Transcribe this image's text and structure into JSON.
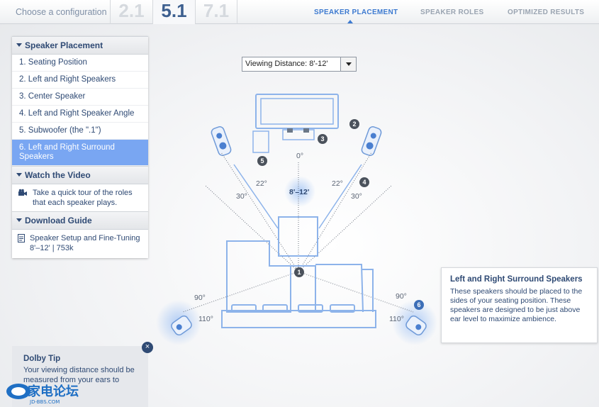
{
  "topbar": {
    "choose_label": "Choose a configuration",
    "configs": [
      "2.1",
      "5.1",
      "7.1"
    ],
    "active_config": "5.1",
    "tabs": [
      "SPEAKER PLACEMENT",
      "SPEAKER ROLES",
      "OPTIMIZED RESULTS"
    ],
    "active_tab": "SPEAKER PLACEMENT"
  },
  "sidebar": {
    "placement_title": "Speaker Placement",
    "items": [
      "1. Seating Position",
      "2. Left and Right Speakers",
      "3. Center Speaker",
      "4. Left and Right Speaker Angle",
      "5. Subwoofer (the \".1\")",
      "6. Left and Right Surround Speakers"
    ],
    "active_item": 5,
    "video_title": "Watch the Video",
    "video_text": "Take a quick tour of the roles that each speaker plays.",
    "video_icon": "camera-icon",
    "guide_title": "Download Guide",
    "guide_text": "Speaker Setup and Fine-Tuning 8'–12' | 753k",
    "guide_icon": "document-icon"
  },
  "dropdown": {
    "value": "Viewing Distance: 8'-12'"
  },
  "diagram": {
    "angle_center": "0°",
    "angle_22_left": "22°",
    "angle_22_right": "22°",
    "angle_30_left": "30°",
    "angle_30_right": "30°",
    "distance": "8'–12'",
    "angle_90_left": "90°",
    "angle_90_right": "90°",
    "angle_110_left": "110°",
    "angle_110_right": "110°",
    "markers": [
      "1",
      "2",
      "3",
      "4",
      "5",
      "6"
    ]
  },
  "info": {
    "title": "Left and Right Surround Speakers",
    "body": "These speakers should be placed to the sides of your seating position. These speakers are designed to be just above ear level to maximize ambience."
  },
  "tip": {
    "title": "Dolby Tip",
    "body": "Your viewing distance should be measured from your ears to"
  },
  "watermark": {
    "text": "家电论坛",
    "sub": "JD-BBS.COM"
  },
  "colors": {
    "accent": "#3d7ad0",
    "active_item": "#79a6f2",
    "navy": "#2f4a74"
  }
}
